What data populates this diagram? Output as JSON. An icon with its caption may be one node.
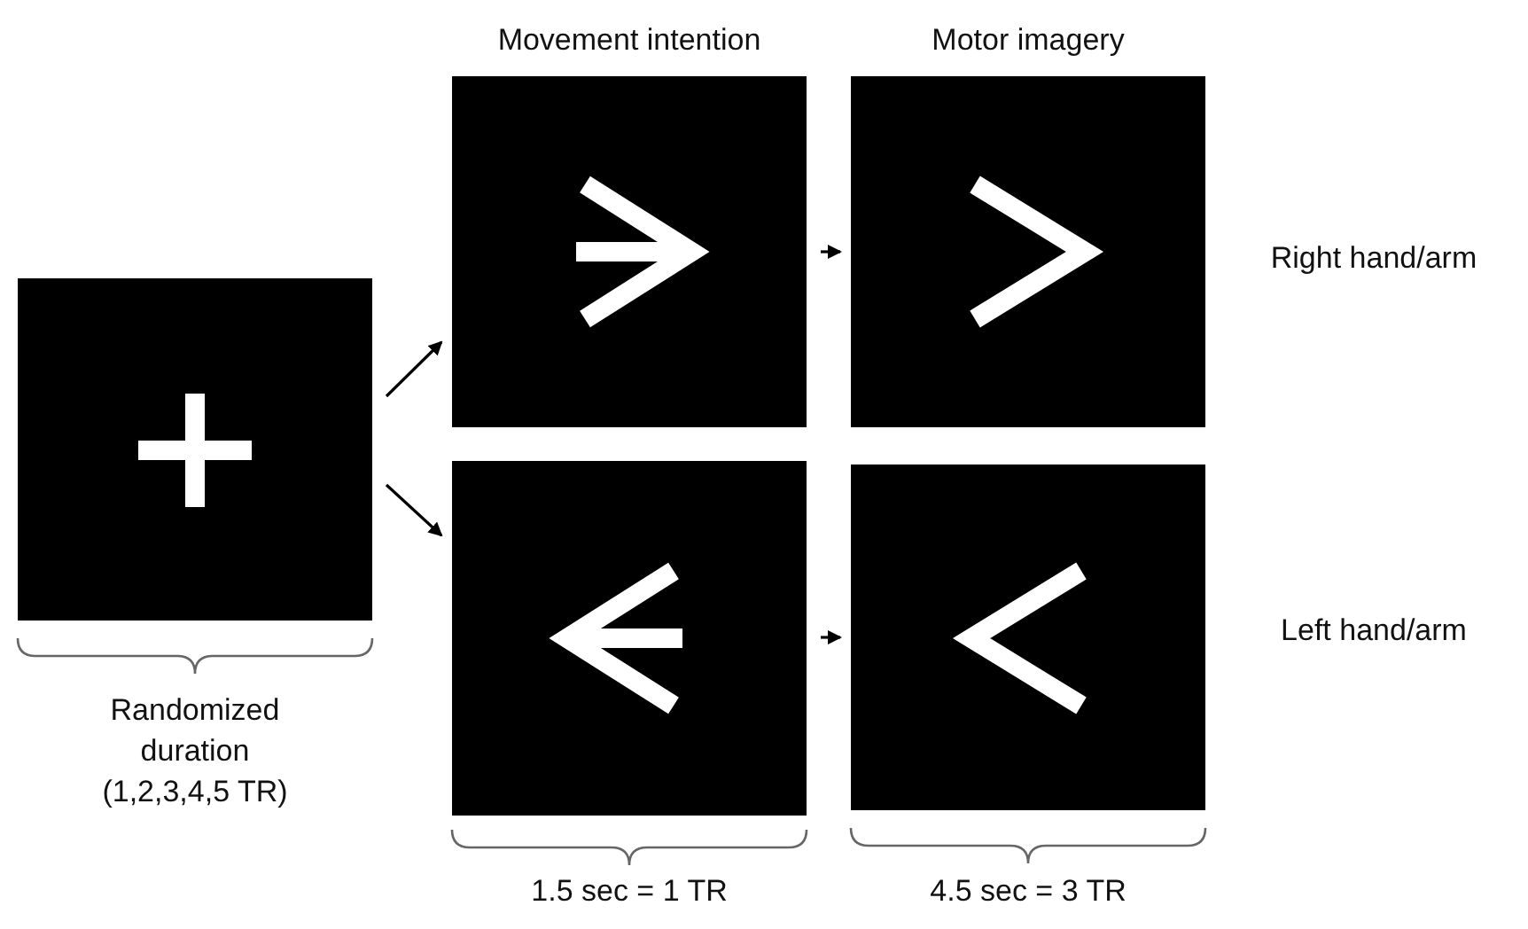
{
  "diagram": {
    "nodes": [
      {
        "text": [],
        "shape": "box",
        "beside": [
          "Randomized duration (1,2,3,4,5 TR)"
        ]
      },
      {
        "text": [],
        "shape": "box"
      },
      {
        "text": [],
        "shape": "box"
      },
      {
        "text": [],
        "shape": "box"
      },
      {
        "text": [],
        "shape": "box"
      }
    ],
    "edges": [
      {
        "from": 0,
        "to": 1,
        "arrow": "to"
      },
      {
        "from": 0,
        "to": 3,
        "arrow": "to"
      },
      {
        "from": 1,
        "to": 2,
        "arrow": "to"
      },
      {
        "from": 3,
        "to": 4,
        "arrow": "to"
      }
    ],
    "labels": [
      "Movement intention",
      "Motor imagery",
      "Right hand/arm",
      "Left hand/arm",
      "1.5 sec = 1 TR",
      "4.5 sec = 3 TR"
    ]
  }
}
